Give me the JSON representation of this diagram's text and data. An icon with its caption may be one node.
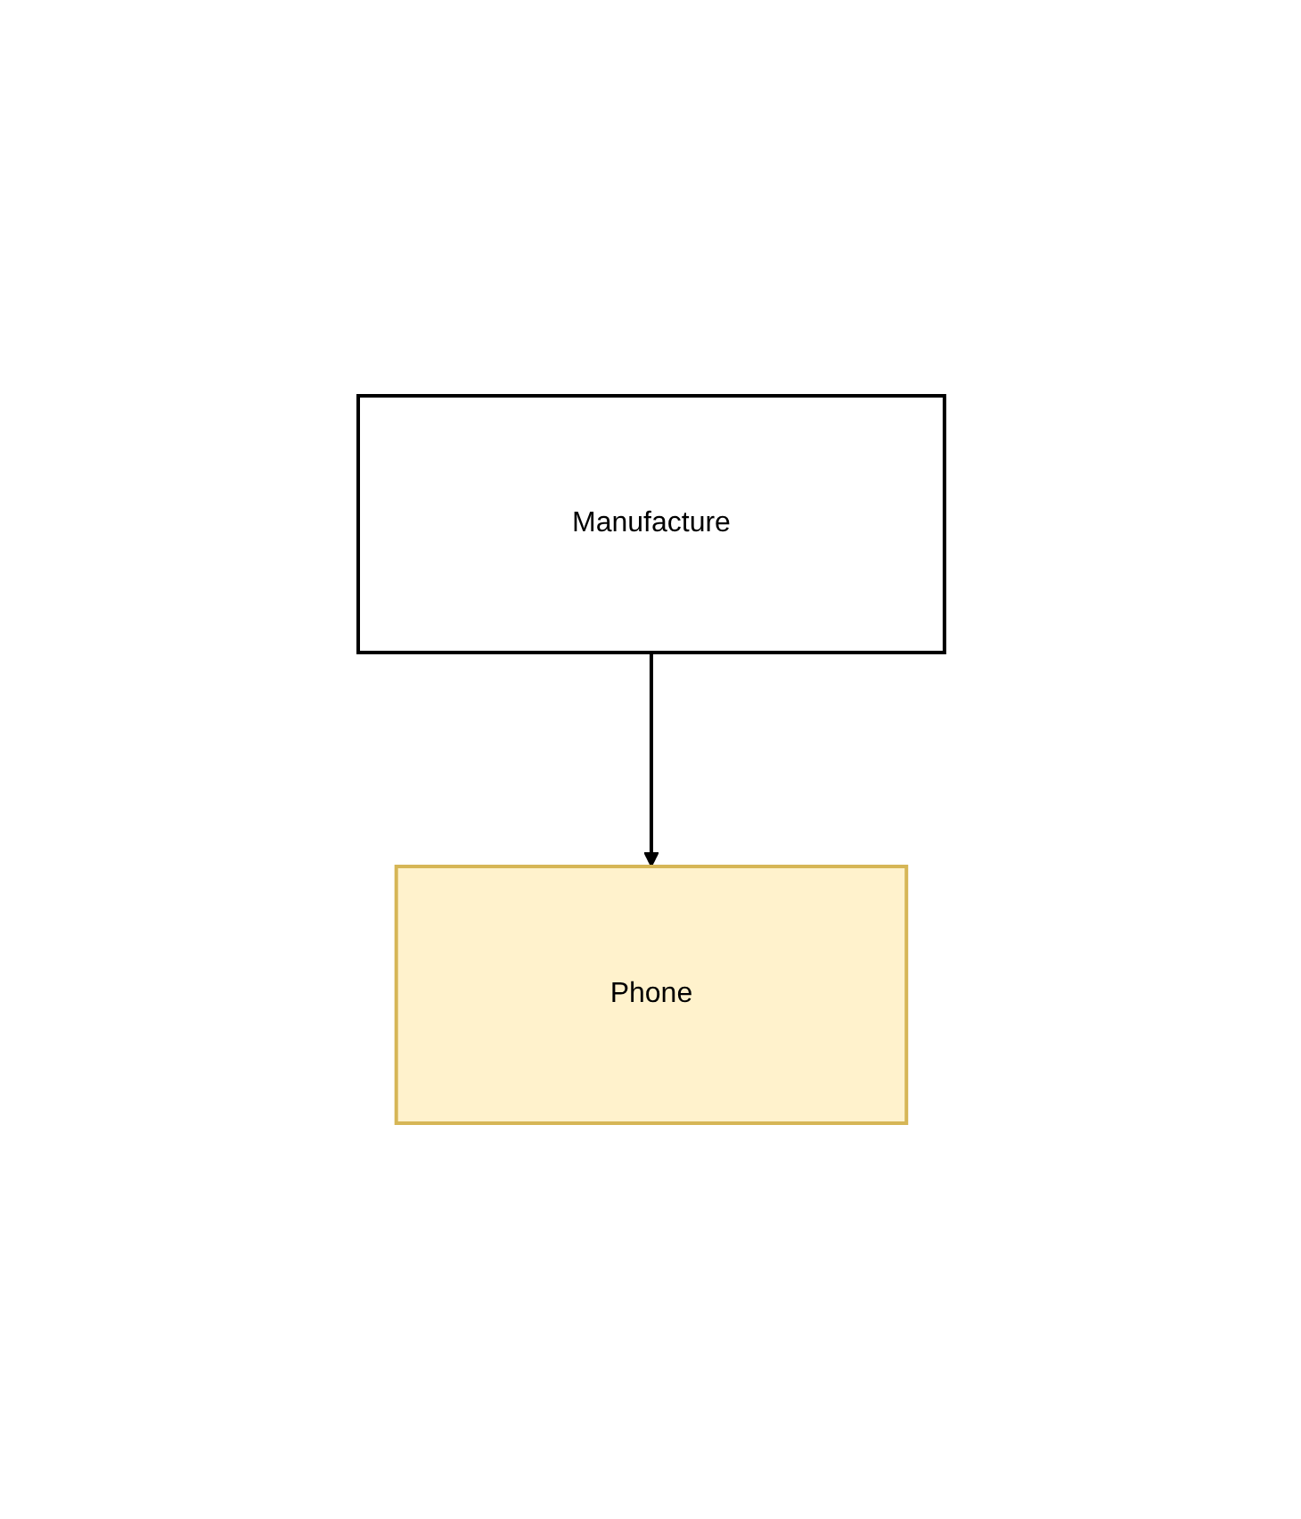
{
  "diagram": {
    "nodes": [
      {
        "text": [
          "Manufacture"
        ]
      },
      {
        "text": [
          "Phone"
        ]
      }
    ],
    "edges": [
      {
        "from": 0,
        "to": 1,
        "arrow": "to"
      }
    ]
  }
}
